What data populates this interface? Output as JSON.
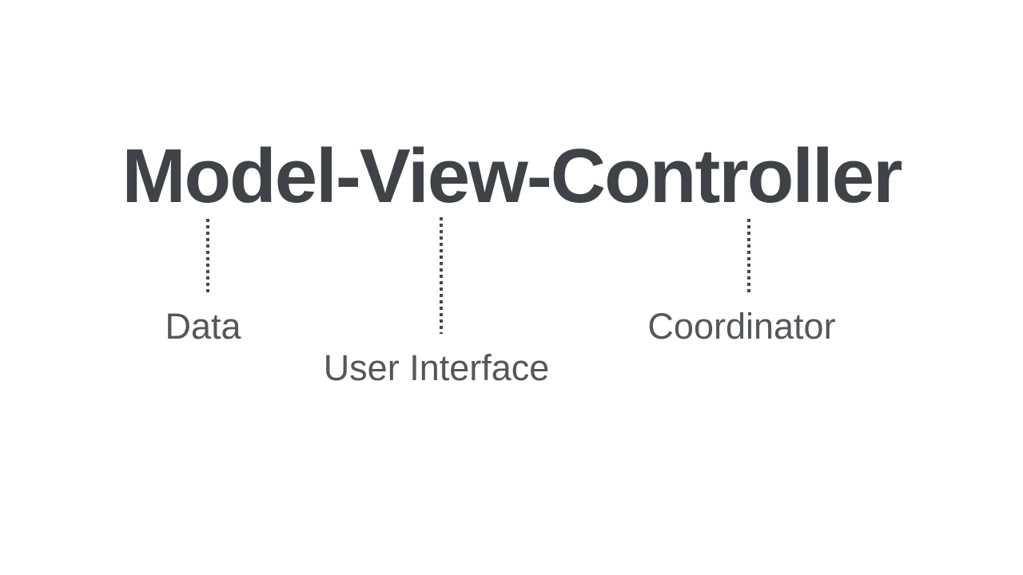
{
  "title": "Model-View-Controller",
  "annotations": [
    {
      "word": "Model",
      "label": "Data"
    },
    {
      "word": "View",
      "label": "User Interface"
    },
    {
      "word": "Controller",
      "label": "Coordinator"
    }
  ],
  "colors": {
    "bg": "#ffffff",
    "title-color": "#3f4347",
    "label-color": "#54575a",
    "connector-color": "#47494d"
  }
}
